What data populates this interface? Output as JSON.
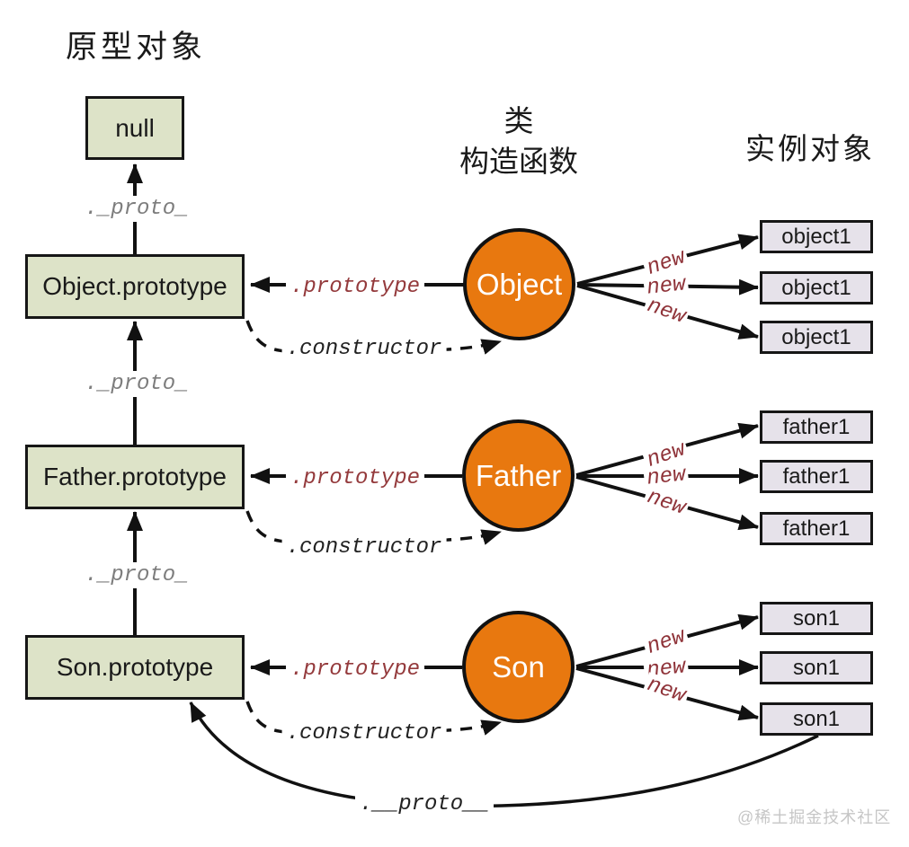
{
  "title": "原型对象",
  "column_headers": {
    "constructor_line1": "类",
    "constructor_line2": "构造函数",
    "instances": "实例对象"
  },
  "null_box": "null",
  "rows": [
    {
      "prototype_box": "Object.prototype",
      "constructor": "Object",
      "instances": [
        "object1",
        "object1",
        "object1"
      ]
    },
    {
      "prototype_box": "Father.prototype",
      "constructor": "Father",
      "instances": [
        "father1",
        "father1",
        "father1"
      ]
    },
    {
      "prototype_box": "Son.prototype",
      "constructor": "Son",
      "instances": [
        "son1",
        "son1",
        "son1"
      ]
    }
  ],
  "edge_labels": {
    "proto": "._proto_",
    "prototype": ".prototype",
    "constructor": ".constructor",
    "new": "new",
    "dunder_proto": ".__proto__"
  },
  "colors": {
    "prototype_box_fill": "#dde3c8",
    "constructor_circle_fill": "#e8780f",
    "instance_box_fill": "#e6e2ea",
    "edge_label_red": "#943a3c",
    "proto_label_gray": "#7d7d7d",
    "arrow_black": "#111111"
  },
  "watermark": "@稀土掘金技术社区"
}
